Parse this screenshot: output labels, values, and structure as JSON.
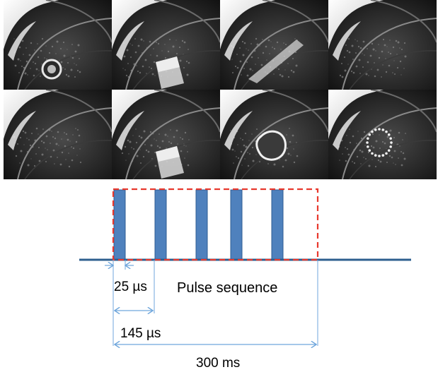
{
  "frames": [
    {
      "object": "ring"
    },
    {
      "object": "slab"
    },
    {
      "object": "wedge"
    },
    {
      "object": "none"
    },
    {
      "object": "none"
    },
    {
      "object": "slab"
    },
    {
      "object": "bubble"
    },
    {
      "object": "dotted-ring"
    }
  ],
  "diagram": {
    "labels": {
      "pulse_width": "25 µs",
      "pulse_period": "145 µs",
      "sequence_label": "Pulse sequence",
      "sequence_duration": "300 ms"
    },
    "pulse_count": 5,
    "colors": {
      "pulse_fill": "#4f81bd",
      "pulse_stroke": "#2f5d93",
      "baseline": "#2e5f8f",
      "dashed_box": "#e8392d",
      "dimension": "#6fa6dc"
    }
  }
}
